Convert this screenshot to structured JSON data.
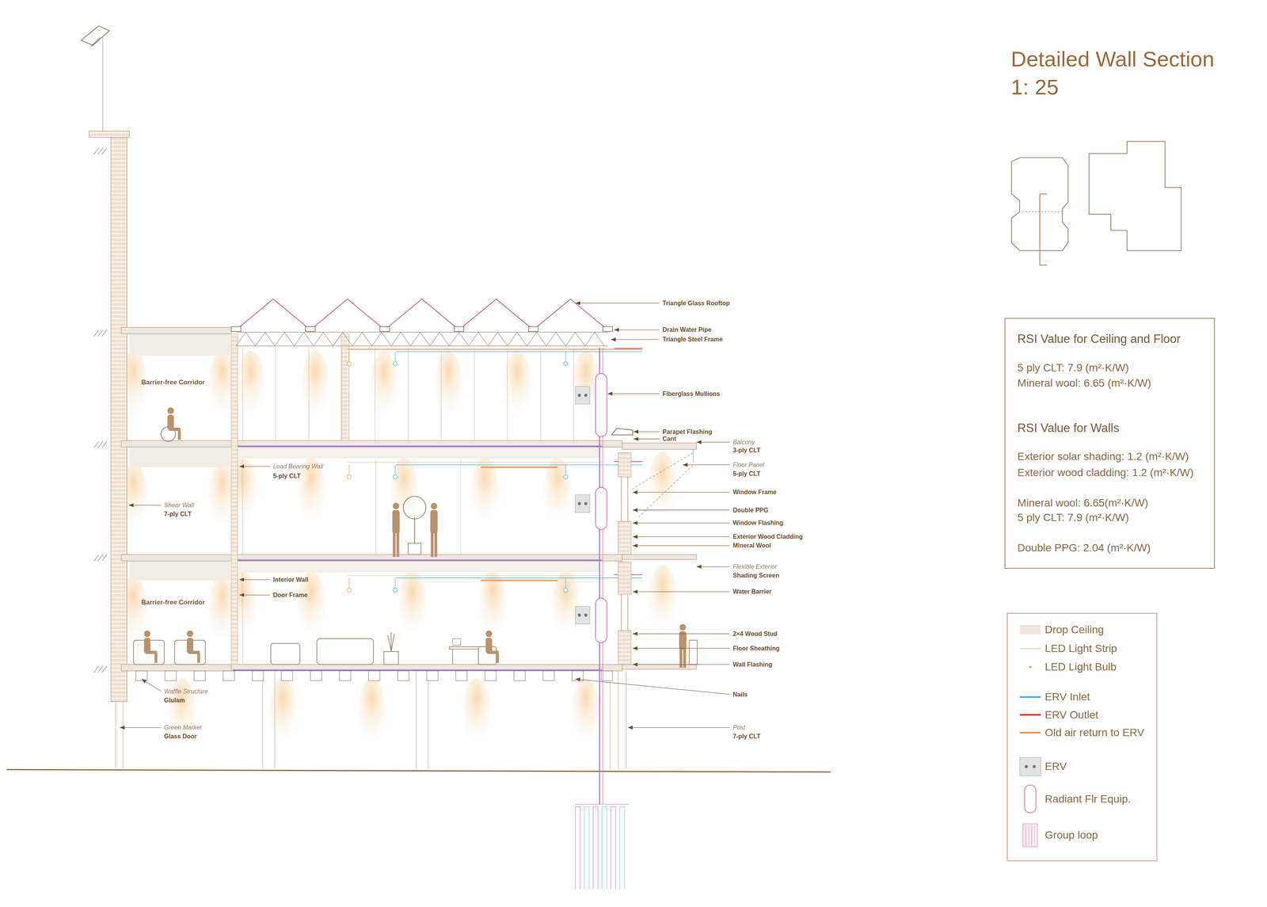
{
  "diagram": {
    "title": "Detailed Wall Section",
    "nodes": [
      {
        "text": [
          "RSI Value for Ceiling and Floor",
          "5 ply CLT: 7.9 (m²·K/W)",
          "Mineral wool: 6.65 (m²·K/W)",
          "RSI Value for Walls",
          "Exterior solar shading: 1.2 (m²·K/W)",
          "Exterior wood cladding: 1.2 (m²·K/W)",
          "Mineral wool: 6.65(m²·K/W)",
          "5 ply CLT: 7.9 (m²·K/W)",
          "Double PPG: 2.04 (m²·K/W)"
        ]
      }
    ],
    "labels": [
      "1: 25",
      "Triangle Glass Rooftop",
      "Drain Water Pipe",
      "Triangle Steel Frame",
      "Barrier-free Corridor",
      "Fiberglass Mullions",
      "Parapet Flashing",
      "Cant",
      "Balcony",
      "3-ply CLT",
      "Floor Panel",
      "Load Bearing Wall",
      "5-ply CLT",
      "5-ply CLT",
      "Window Frame",
      "Shear Wall",
      "7-ply CLT",
      "Double PPG",
      "Window Flashing",
      "Exterior Wood Cladding",
      "Mineral Wool",
      "Flexible Exterior",
      "Shading Screen",
      "Interior Wall",
      "Water Barrier",
      "Door Frame",
      "Barrier-free Corridor",
      "2×4 Wood Stud",
      "Floor Sheathing",
      "Wall Flashing",
      "Waffle Structure",
      "Glulam",
      "Nails",
      "Green Market",
      "Glass Door",
      "Post",
      "7-ply CLT"
    ],
    "legend": [
      {
        "text": "Drop Ceiling",
        "color": "#efe5dc"
      },
      {
        "text": "LED Light Strip"
      },
      {
        "text": "LED Light Bulb"
      },
      {
        "text": "ERV Inlet"
      },
      {
        "text": "ERV Outlet"
      },
      {
        "text": "Old air return to ERV"
      },
      {
        "text": "ERV"
      },
      {
        "text": "Radiant Flr Equip."
      },
      {
        "text": "Group loop"
      }
    ]
  }
}
